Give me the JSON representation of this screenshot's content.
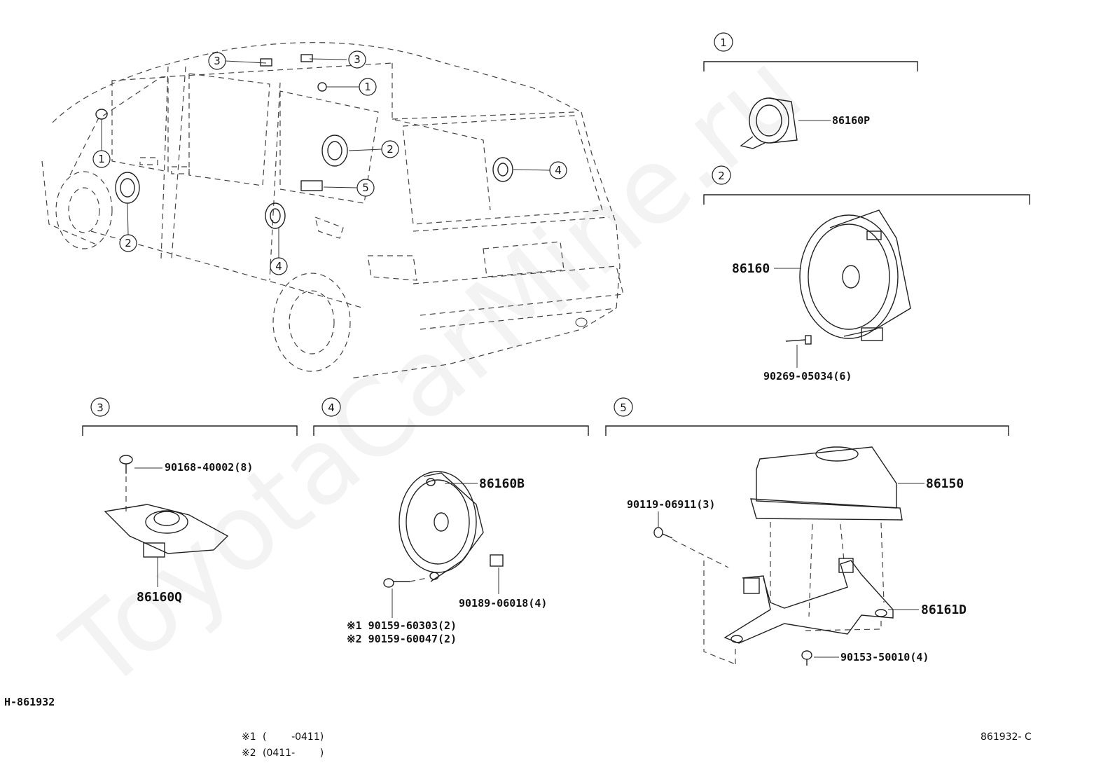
{
  "watermark": "ToyotaCarMine.ru",
  "diagram_id": "H-861932",
  "ref_code": "861932- C",
  "footnotes": [
    {
      "mark": "※1",
      "text": "(        -0411)"
    },
    {
      "mark": "※2",
      "text": "(0411-        )"
    }
  ],
  "sections": {
    "s1": {
      "number": "1",
      "parts": [
        "86160P"
      ]
    },
    "s2": {
      "number": "2",
      "parts": [
        "86160",
        "90269-05034(6)"
      ]
    },
    "s3": {
      "number": "3",
      "parts": [
        "90168-40002(8)",
        "86160Q"
      ]
    },
    "s4": {
      "number": "4",
      "parts": [
        "86160B",
        "90189-06018(4)",
        "※1 90159-60303(2)",
        "※2 90159-60047(2)"
      ]
    },
    "s5": {
      "number": "5",
      "parts": [
        "86150",
        "90119-06911(3)",
        "86161D",
        "90153-50010(4)"
      ]
    }
  },
  "car_callouts": [
    "1",
    "1",
    "2",
    "2",
    "3",
    "3",
    "4",
    "4",
    "5"
  ],
  "icons": {
    "tweeter": "tweeter-speaker-icon",
    "door_speaker": "door-speaker-icon",
    "screw": "screw-icon",
    "amplifier": "amplifier-icon"
  }
}
